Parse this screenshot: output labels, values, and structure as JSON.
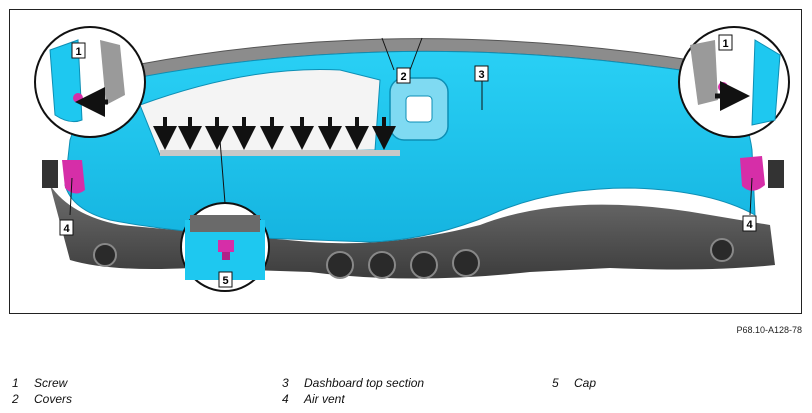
{
  "figure_reference": "P68.10-A128-78",
  "callouts": {
    "c1_left": "1",
    "c1_right": "1",
    "c2": "2",
    "c3": "3",
    "c4_left": "4",
    "c4_right": "4",
    "c5": "5"
  },
  "legend": [
    {
      "number": "1",
      "label": "Screw"
    },
    {
      "number": "2",
      "label": "Covers"
    },
    {
      "number": "3",
      "label": "Dashboard top section"
    },
    {
      "number": "4",
      "label": "Air vent"
    },
    {
      "number": "5",
      "label": "Cap"
    }
  ],
  "colors": {
    "highlight_cyan": "#1ec8f0",
    "accent_magenta": "#d62ea8",
    "dark_grey": "#5a5a5a"
  }
}
